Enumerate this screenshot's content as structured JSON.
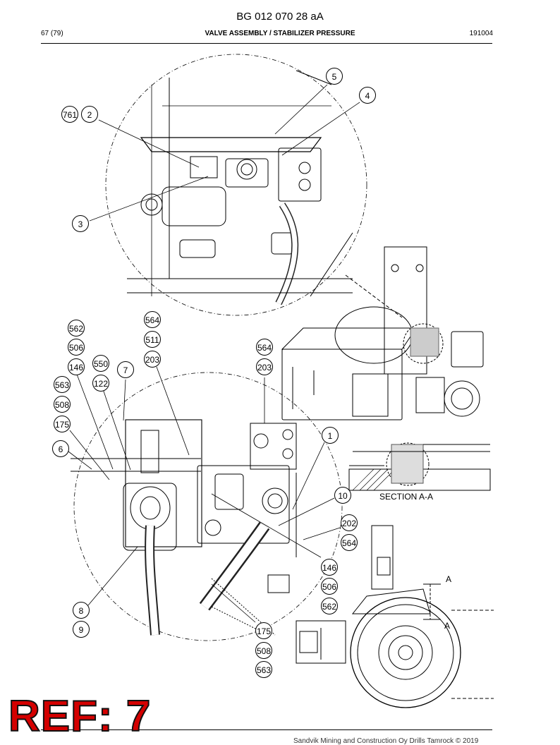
{
  "header": {
    "doc_number": "BG 012 070 28 aA",
    "page": "67 (79)",
    "title": "VALVE ASSEMBLY / STABILIZER PRESSURE",
    "date": "191004"
  },
  "callouts": {
    "c761": "761",
    "c2": "2",
    "c5": "5",
    "c4": "4",
    "c3": "3",
    "c564a": "564",
    "c511": "511",
    "c203a": "203",
    "c562a": "562",
    "c506a": "506",
    "c146a": "146",
    "c550": "550",
    "c122": "122",
    "c7": "7",
    "c564b": "564",
    "c203b": "203",
    "c563a": "563",
    "c508a": "508",
    "c175a": "175",
    "c6": "6",
    "c1": "1",
    "c10": "10",
    "c202": "202",
    "c564c": "564",
    "c146b": "146",
    "c506b": "506",
    "c562b": "562",
    "c8": "8",
    "c9": "9",
    "c175b": "175",
    "c508b": "508",
    "c563b": "563"
  },
  "section_label": "SECTION A-A",
  "section_marks": {
    "a_top": "A",
    "a_bottom": "A"
  },
  "ref_stamp": "REF: 7",
  "footer": "Sandvik Mining and Construction Oy Drills Tamrock © 2019"
}
